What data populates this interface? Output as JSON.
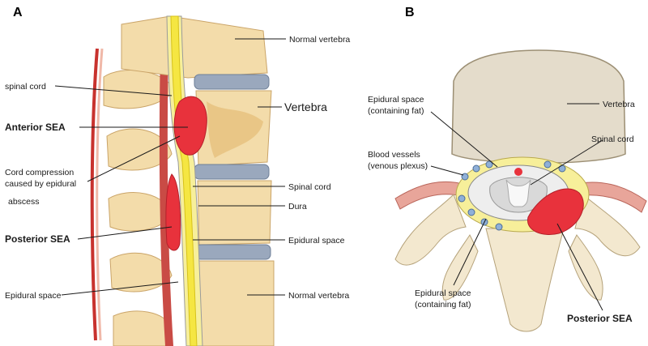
{
  "panels": {
    "a": "A",
    "b": "B"
  },
  "panel_a": {
    "normal_vertebra_top": "Normal vertebra",
    "spinal_cord": "spinal cord",
    "vertebra": "Vertebra",
    "anterior_sea": "Anterior SEA",
    "cord_compression_1": "Cord compression",
    "cord_compression_2": "caused by epidural",
    "cord_compression_3": "abscess",
    "spinal_cord_right": "Spinal cord",
    "dura": "Dura",
    "posterior_sea": "Posterior SEA",
    "epidural_space_right": "Epidural space",
    "epidural_space_left": "Epidural space",
    "normal_vertebra_bottom": "Normal vertebra"
  },
  "panel_b": {
    "vertebra": "Vertebra",
    "epidural_fat_1": "Epidural space",
    "epidural_fat_2": "(containing fat)",
    "spinal_cord": "Spinal cord",
    "blood_vessels_1": "Blood vessels",
    "blood_vessels_2": "(venous plexus)",
    "epidural_fat_bottom_1": "Epidural space",
    "epidural_fat_bottom_2": "(containing fat)",
    "posterior_sea": "Posterior SEA"
  },
  "colors": {
    "bone": "#f3dcaa",
    "bone_dark": "#d9b679",
    "disc": "#9aa8bd",
    "cord": "#f5e642",
    "abscess": "#e8323c",
    "fat": "#f7ef9a",
    "vessel": "#8fb0d8",
    "muscle": "#e8a59a"
  }
}
